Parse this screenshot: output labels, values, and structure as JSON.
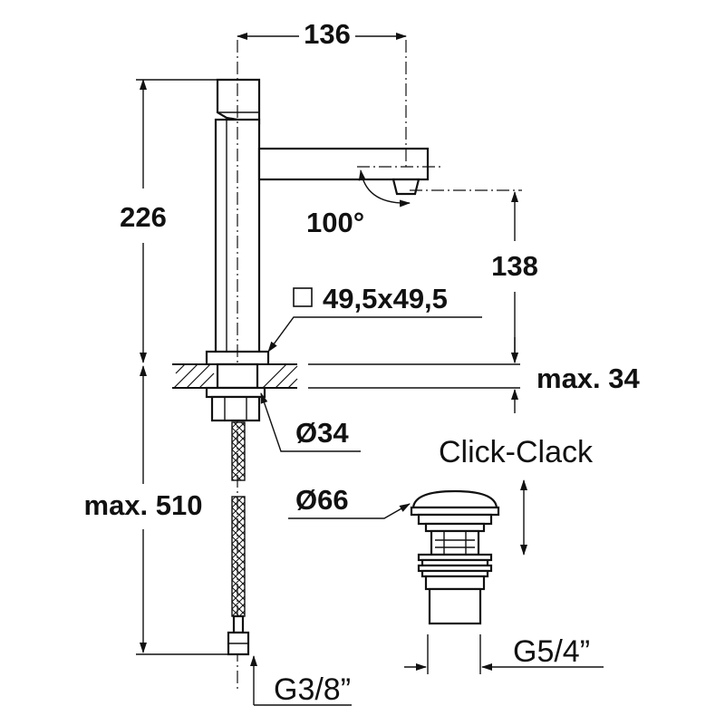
{
  "dimensions": {
    "top_width": "136",
    "height_above_deck": "226",
    "spout_angle": "100°",
    "spout_height": "138",
    "base_square": "49,5x49,5",
    "max_deck_thickness": "max. 34",
    "hole_diameter": "Ø34",
    "base_diameter": "Ø66",
    "max_hose_length": "max. 510",
    "hose_thread": "G3/8”",
    "waste_thread": "G5/4”"
  },
  "labels": {
    "waste_type": "Click-Clack"
  },
  "colors": {
    "line": "#111111",
    "background": "#ffffff"
  }
}
